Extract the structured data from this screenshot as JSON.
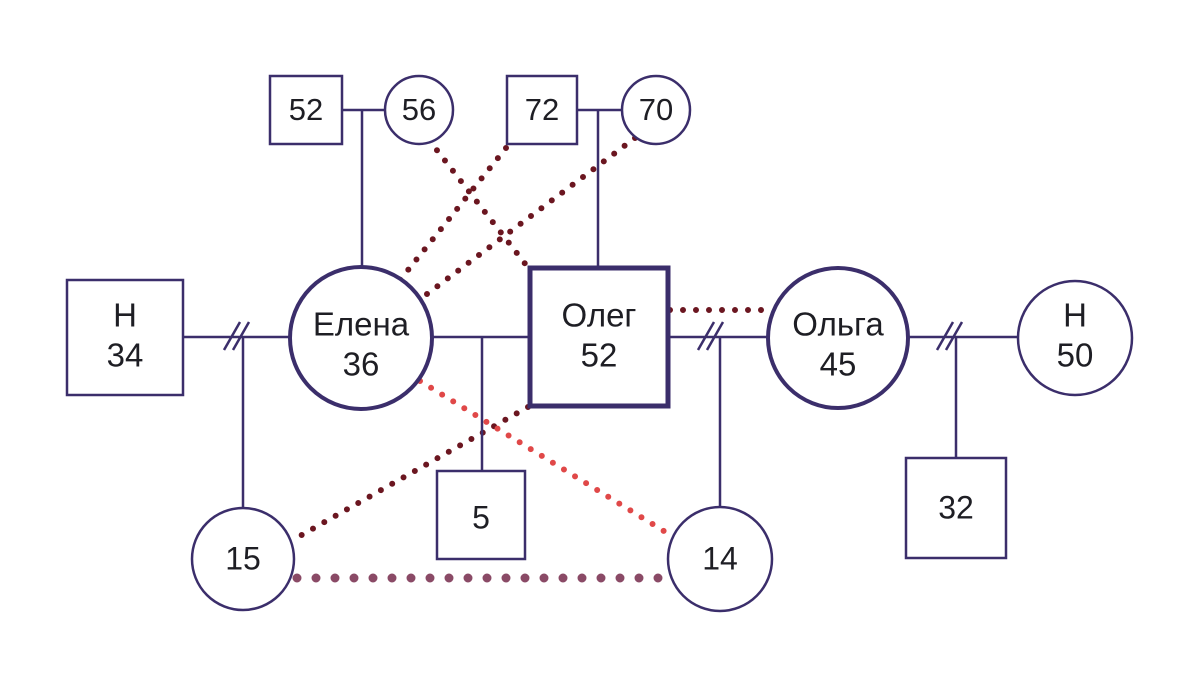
{
  "colors": {
    "line": "#3b2e6b",
    "dark_relation": "#6b1620",
    "red_relation": "#e04848",
    "muted_relation": "#8a4a66",
    "label": "#1e1e24"
  },
  "people": {
    "grandpa_left": {
      "shape": "square",
      "label": "52"
    },
    "grandma_left": {
      "shape": "circle",
      "label": "56"
    },
    "grandpa_right": {
      "shape": "square",
      "label": "72"
    },
    "grandma_right": {
      "shape": "circle",
      "label": "70"
    },
    "ex_husband": {
      "shape": "square",
      "line1": "Н",
      "line2": "34"
    },
    "elena": {
      "shape": "circle",
      "line1": "Елена",
      "line2": "36"
    },
    "oleg": {
      "shape": "square",
      "line1": "Олег",
      "line2": "52",
      "identified_patient": true
    },
    "olga": {
      "shape": "circle",
      "line1": "Ольга",
      "line2": "45"
    },
    "olga_ex": {
      "shape": "circle",
      "line1": "Н",
      "line2": "50"
    },
    "child_15": {
      "shape": "circle",
      "label": "15"
    },
    "child_5": {
      "shape": "square",
      "label": "5"
    },
    "child_14": {
      "shape": "circle",
      "label": "14"
    },
    "child_32": {
      "shape": "square",
      "label": "32"
    }
  },
  "relations": {
    "marriages": [
      "grandpa_left–grandma_left",
      "grandpa_right–grandma_right",
      "ex_husband–elena",
      "elena–oleg",
      "oleg–olga",
      "olga–olga_ex"
    ],
    "divorces": [
      "ex_husband–elena",
      "oleg–olga",
      "olga–olga_ex"
    ],
    "dark_dotted": [
      "grandma_left–oleg",
      "grandpa_right–elena",
      "grandma_right–elena",
      "oleg–olga",
      "oleg–child_15"
    ],
    "red_dotted": [
      "elena–child_14"
    ],
    "muted_dotted": [
      "child_15–child_14"
    ]
  }
}
